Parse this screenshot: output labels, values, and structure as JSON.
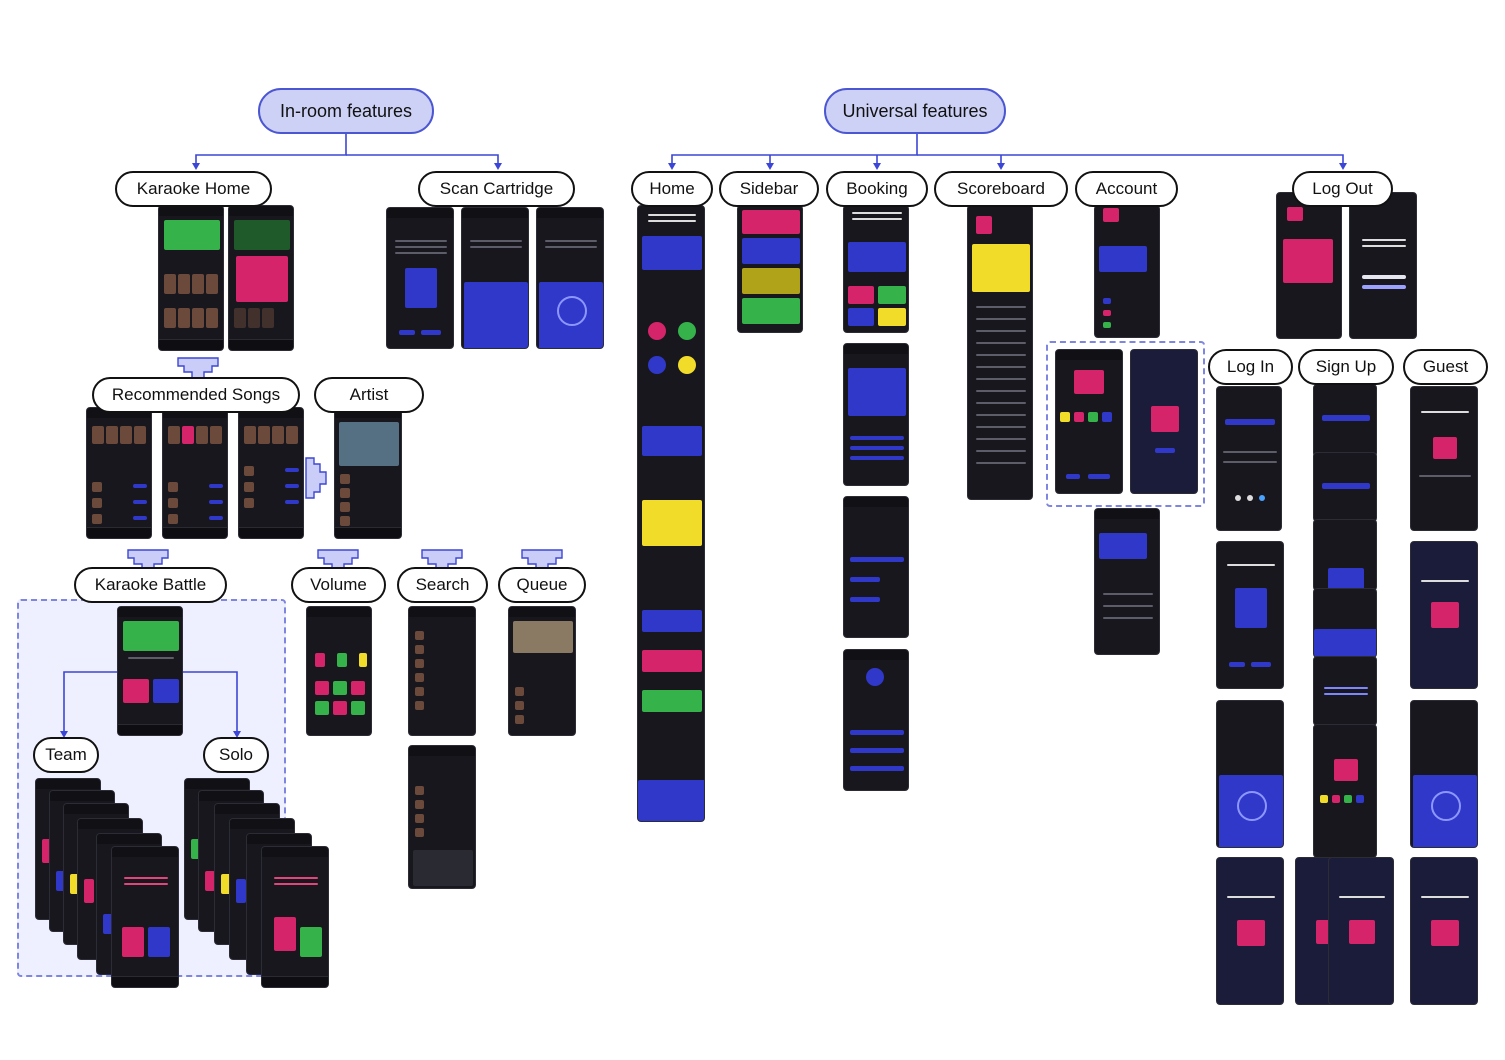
{
  "diagram": {
    "roots": [
      {
        "id": "inroom",
        "label": "In-room features"
      },
      {
        "id": "universal",
        "label": "Universal features"
      }
    ],
    "in_room": {
      "karaoke_home": "Karaoke Home",
      "scan_cartridge": "Scan Cartridge",
      "recommended_songs": "Recommended Songs",
      "artist": "Artist",
      "karaoke_battle": "Karaoke Battle",
      "volume": "Volume",
      "search": "Search",
      "queue": "Queue",
      "team": "Team",
      "solo": "Solo"
    },
    "universal": {
      "home": "Home",
      "sidebar": "Sidebar",
      "booking": "Booking",
      "scoreboard": "Scoreboard",
      "account": "Account",
      "log_out": "Log Out",
      "log_in": "Log In",
      "sign_up": "Sign Up",
      "guest": "Guest"
    }
  },
  "colors": {
    "root_fill": "#cdd1f6",
    "root_border": "#4b56d2",
    "connector": "#3c46d6",
    "arrow_fill": "#c9cdf7",
    "dash": "#7e86e0",
    "group_fill": "#eef0ff",
    "phone_bg": "#17171d"
  }
}
